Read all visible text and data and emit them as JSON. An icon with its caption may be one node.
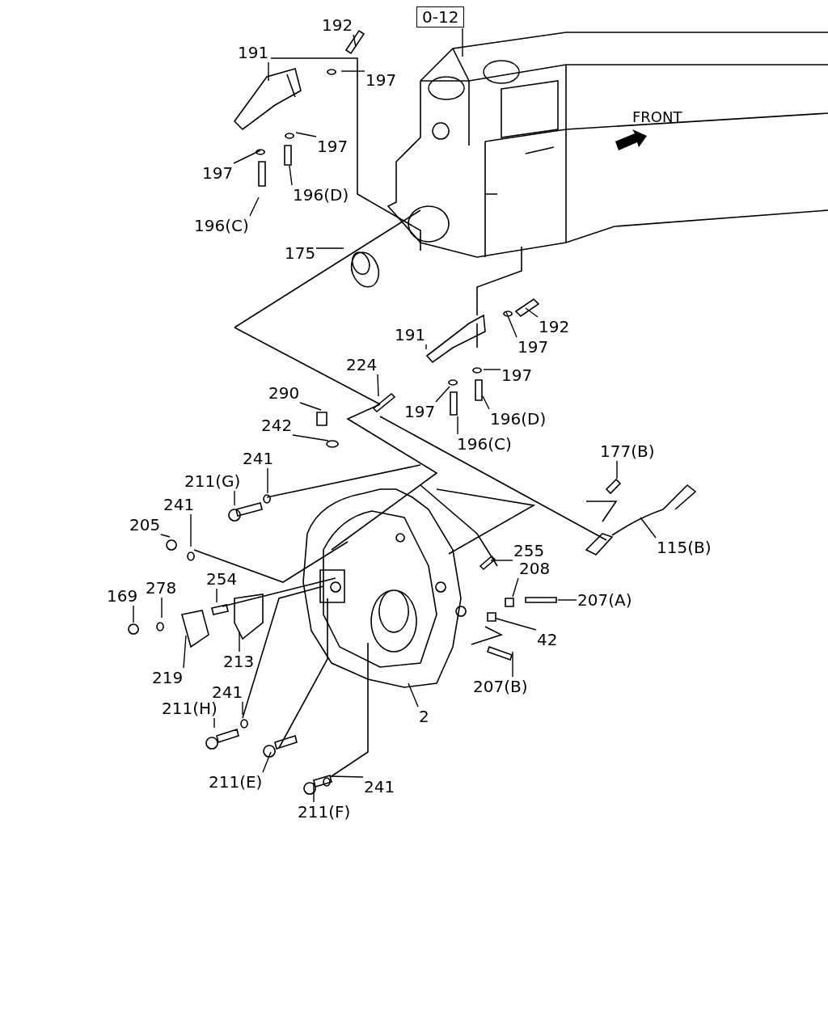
{
  "diagram": {
    "nodes": [
      {
        "text": [
          "0-12"
        ]
      },
      {
        "text": [
          "192"
        ]
      },
      {
        "text": [
          "191"
        ]
      },
      {
        "text": [
          "197"
        ]
      },
      {
        "text": [
          "197"
        ]
      },
      {
        "text": [
          "197"
        ]
      },
      {
        "text": [
          "196(D)"
        ]
      },
      {
        "text": [
          "196(C)"
        ]
      },
      {
        "text": [
          "175"
        ]
      },
      {
        "text": [
          "191"
        ]
      },
      {
        "text": [
          "192"
        ]
      },
      {
        "text": [
          "197"
        ]
      },
      {
        "text": [
          "197"
        ]
      },
      {
        "text": [
          "224"
        ]
      },
      {
        "text": [
          "290"
        ]
      },
      {
        "text": [
          "197"
        ]
      },
      {
        "text": [
          "196(D)"
        ]
      },
      {
        "text": [
          "242"
        ]
      },
      {
        "text": [
          "196(C)"
        ]
      },
      {
        "text": [
          "177(B)"
        ]
      },
      {
        "text": [
          "241"
        ]
      },
      {
        "text": [
          "211(G)"
        ]
      },
      {
        "text": [
          "241"
        ]
      },
      {
        "text": [
          "205"
        ]
      },
      {
        "text": [
          "115(B)"
        ]
      },
      {
        "text": [
          "255"
        ]
      },
      {
        "text": [
          "254"
        ]
      },
      {
        "text": [
          "208"
        ]
      },
      {
        "text": [
          "169"
        ]
      },
      {
        "text": [
          "278"
        ]
      },
      {
        "text": [
          "207(A)"
        ]
      },
      {
        "text": [
          "42"
        ]
      },
      {
        "text": [
          "213"
        ]
      },
      {
        "text": [
          "219"
        ]
      },
      {
        "text": [
          "207(B)"
        ]
      },
      {
        "text": [
          "211(H)"
        ]
      },
      {
        "text": [
          "241"
        ]
      },
      {
        "text": [
          "2"
        ]
      },
      {
        "text": [
          "211(E)"
        ]
      },
      {
        "text": [
          "241"
        ]
      },
      {
        "text": [
          "211(F)"
        ]
      }
    ],
    "edges": [
      {
        "from": 0,
        "to": null,
        "arrow": "none"
      },
      {
        "from": 1,
        "to": null,
        "arrow": "none"
      },
      {
        "from": 2,
        "to": null,
        "arrow": "none"
      },
      {
        "from": 3,
        "to": null,
        "arrow": "none"
      },
      {
        "from": 4,
        "to": null,
        "arrow": "none"
      },
      {
        "from": 5,
        "to": null,
        "arrow": "none"
      },
      {
        "from": 6,
        "to": null,
        "arrow": "none"
      },
      {
        "from": 7,
        "to": null,
        "arrow": "none"
      },
      {
        "from": 8,
        "to": null,
        "arrow": "none"
      },
      {
        "from": 9,
        "to": null,
        "arrow": "none"
      },
      {
        "from": 10,
        "to": null,
        "arrow": "none"
      },
      {
        "from": 11,
        "to": null,
        "arrow": "none"
      },
      {
        "from": 12,
        "to": null,
        "arrow": "none"
      },
      {
        "from": 13,
        "to": null,
        "arrow": "none"
      },
      {
        "from": 14,
        "to": null,
        "arrow": "none"
      },
      {
        "from": 15,
        "to": null,
        "arrow": "none"
      },
      {
        "from": 16,
        "to": null,
        "arrow": "none"
      },
      {
        "from": 17,
        "to": null,
        "arrow": "none"
      },
      {
        "from": 18,
        "to": null,
        "arrow": "none"
      },
      {
        "from": 19,
        "to": null,
        "arrow": "none"
      },
      {
        "from": 20,
        "to": null,
        "arrow": "none"
      },
      {
        "from": 21,
        "to": null,
        "arrow": "none"
      },
      {
        "from": 22,
        "to": null,
        "arrow": "none"
      },
      {
        "from": 23,
        "to": null,
        "arrow": "none"
      },
      {
        "from": 24,
        "to": null,
        "arrow": "none"
      },
      {
        "from": 25,
        "to": null,
        "arrow": "none"
      },
      {
        "from": 26,
        "to": null,
        "arrow": "none"
      },
      {
        "from": 27,
        "to": null,
        "arrow": "none"
      },
      {
        "from": 28,
        "to": null,
        "arrow": "none"
      },
      {
        "from": 29,
        "to": null,
        "arrow": "none"
      },
      {
        "from": 30,
        "to": null,
        "arrow": "none"
      },
      {
        "from": 31,
        "to": null,
        "arrow": "none"
      },
      {
        "from": 32,
        "to": null,
        "arrow": "none"
      },
      {
        "from": 33,
        "to": null,
        "arrow": "none"
      },
      {
        "from": 34,
        "to": null,
        "arrow": "none"
      },
      {
        "from": 35,
        "to": null,
        "arrow": "none"
      },
      {
        "from": 36,
        "to": null,
        "arrow": "none"
      },
      {
        "from": 37,
        "to": null,
        "arrow": "none"
      },
      {
        "from": 38,
        "to": null,
        "arrow": "none"
      },
      {
        "from": 39,
        "to": null,
        "arrow": "none"
      },
      {
        "from": 40,
        "to": null,
        "arrow": "none"
      }
    ],
    "labels": [
      "FRONT"
    ]
  }
}
